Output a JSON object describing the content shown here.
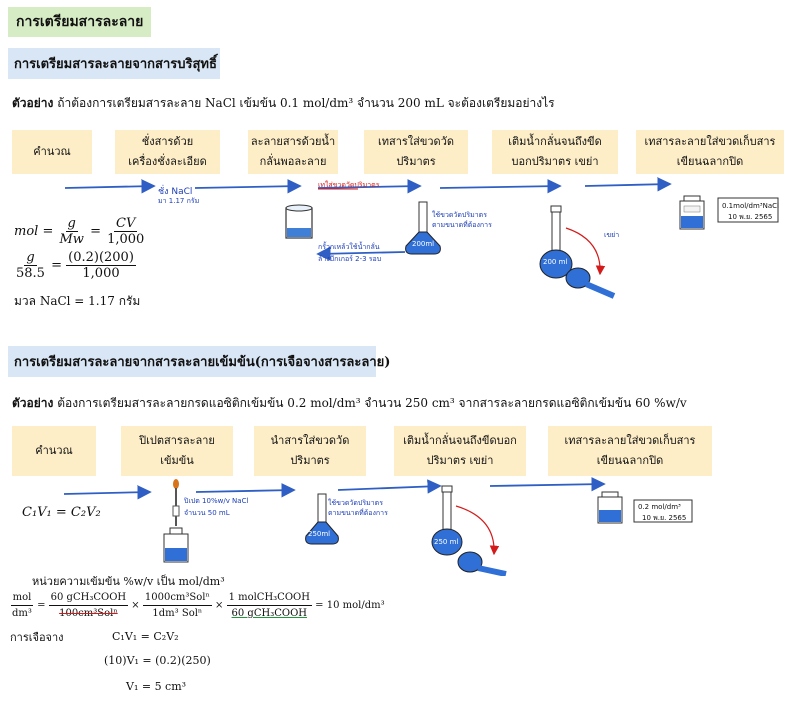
{
  "main_heading": "การเตรียมสารละลาย",
  "section1": {
    "heading": "การเตรียมสารละลายจากสารบริสุทธิ์",
    "example_label": "ตัวอย่าง",
    "example_text": "ถ้าต้องการเตรียมสารละลาย NaCl เข้มข้น 0.1 mol/dm³ จำนวน 200 mL จะต้องเตรียมอย่างไร",
    "steps": [
      [
        "คำนวณ"
      ],
      [
        "ชั่งสารด้วย",
        "เครื่องชั่งละเอียด"
      ],
      [
        "ละลายสารด้วยน้ำ",
        "กลั่นพอละลาย"
      ],
      [
        "เทสารใส่ขวดวัด",
        "ปริมาตร"
      ],
      [
        "เติมน้ำกลั่นจนถึงขีด",
        "บอกปริมาตร เขย่า"
      ],
      [
        "เทสารละลายใส่ขวดเก็บสาร",
        "เขียนฉลากปิด"
      ]
    ],
    "notes": {
      "weigh_1": "ชั่ง NaCl",
      "weigh_2": "มา 1.17 กรัม",
      "pour_1": "เทใส่ขวดวัดปริมาตร",
      "rinse_1": "กรั้วกเหล้วใช้น้ำกลั่น",
      "rinse_2": "ล้างบีกเกอร์ 2-3 รอบ",
      "flask_1": "ใช้ขวดวัดปริมาตร",
      "flask_2": "ตามขนาดที่ต้องการ",
      "shake": "เขย่า",
      "flask_volume_a": "200ml",
      "flask_volume_b": "200 ml",
      "label_1": "0.1mol/dm³NaCl",
      "label_2": "10 พ.ย. 2565"
    },
    "calc": {
      "mol": "mol",
      "g": "g",
      "Mw": "Mw",
      "CV": "CV",
      "thousand": "1,000",
      "num2": "(0.2)(200)",
      "den_g": "58.5",
      "result": "มวล NaCl = 1.17 กรัม"
    }
  },
  "section2": {
    "heading": "การเตรียมสารละลายจากสารละลายเข้มข้น(การเจือจางสารละลาย)",
    "example_label": "ตัวอย่าง",
    "example_text": "ต้องการเตรียมสารละลายกรดแอซิติกเข้มข้น 0.2 mol/dm³ จำนวน 250 cm³ จากสารละลายกรดแอซิติกเข้มข้น 60 %w/v",
    "steps": [
      [
        "คำนวณ"
      ],
      [
        "ปิเปตสารละลาย",
        "เข้มข้น"
      ],
      [
        "นำสารใส่ขวดวัด",
        "ปริมาตร"
      ],
      [
        "เติมน้ำกลั่นจนถึงขีดบอก",
        "ปริมาตร เขย่า"
      ],
      [
        "เทสารละลายใส่ขวดเก็บสาร",
        "เขียนฉลากปิด"
      ]
    ],
    "notes": {
      "pipette_1": "ปิเปต 10%w/v NaCl",
      "pipette_2": "จำนวน 50 mL",
      "flask_1": "ใช้ขวดวัดปริมาตร",
      "flask_2": "ตามขนาดที่ต้องการ",
      "flask_volume_a": "250ml",
      "flask_volume_b": "250 ml",
      "label_1": "0.2 mol/dm³",
      "label_2": "10 พ.ย. 2565"
    },
    "dilution_formula": "C₁V₁ = C₂V₂",
    "unit_note": "หน่วยความเข้มข้น %w/v เป็น mol/dm³",
    "conv": {
      "lhs_n": "mol",
      "lhs_d": "dm³",
      "f1_n": "60 gCH₃COOH",
      "f1_d": "100cm³Solⁿ",
      "f2_n": "1000cm³Solⁿ",
      "f2_d": "1dm³ Solⁿ",
      "f3_n": "1 molCH₃COOH",
      "f3_d": "60 gCH₃COOH",
      "result": "= 10 mol/dm³"
    },
    "dilution_label": "การเจือจาง",
    "dil_lines": [
      "C₁V₁ = C₂V₂",
      "(10)V₁ = (0.2)(250)",
      "V₁ = 5 cm³"
    ]
  }
}
